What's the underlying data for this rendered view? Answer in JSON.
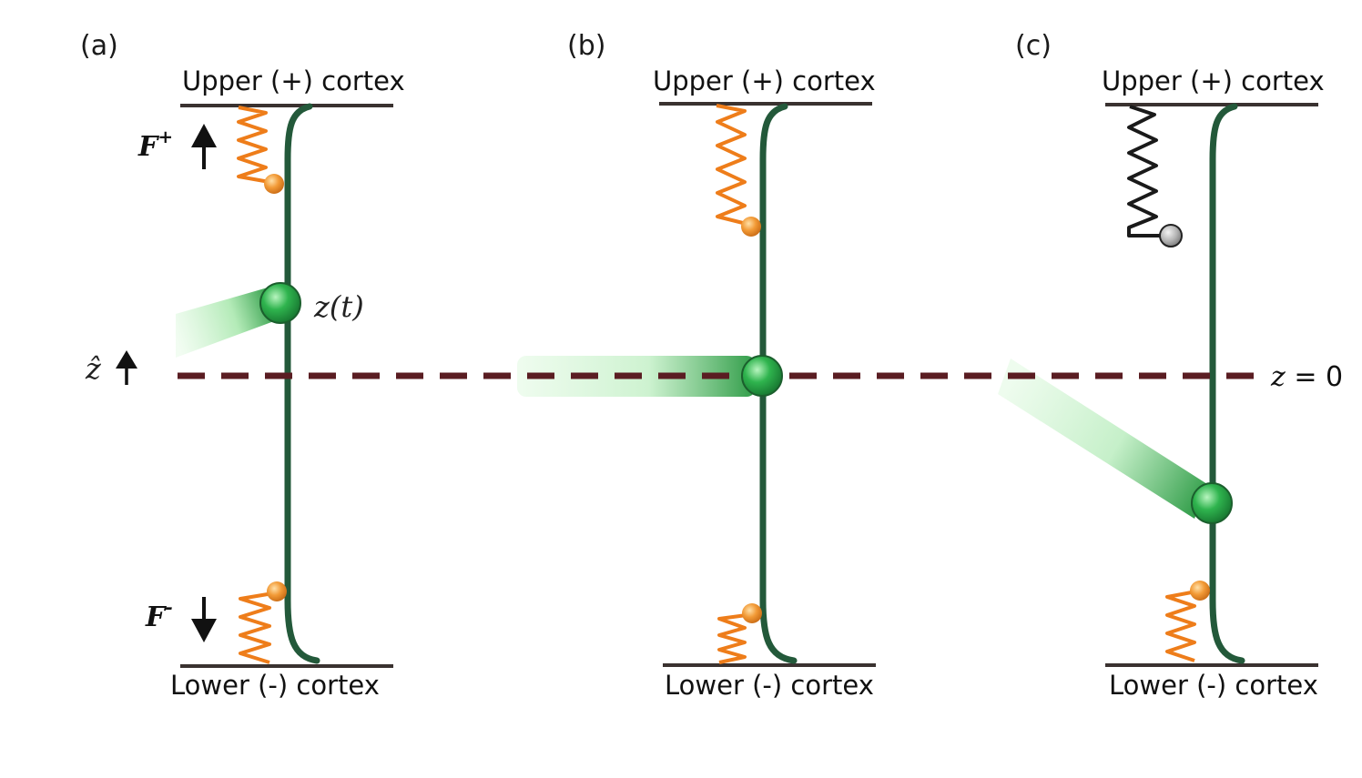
{
  "panels": [
    {
      "label": "(a)",
      "upper_label": "Upper (+) cortex",
      "lower_label": "Lower (-) cortex",
      "position_label": "z(t)",
      "force_up_label": "F",
      "force_up_sup": "+",
      "force_down_label": "F",
      "force_down_sup": "-"
    },
    {
      "label": "(b)",
      "upper_label": "Upper (+) cortex",
      "lower_label": "Lower (-) cortex"
    },
    {
      "label": "(c)",
      "upper_label": "Upper (+) cortex",
      "lower_label": "Lower (-) cortex"
    }
  ],
  "axis": {
    "label": "ẑ"
  },
  "midline": {
    "var": "z",
    "rest": " = 0"
  },
  "colors": {
    "microtubule": "#23593a",
    "spring_active": "#ee7d1a",
    "spring_inactive": "#1a1a1a",
    "bead_active": "#f29a36",
    "bead_inactive": "#b5b5b5",
    "spindle_pole": "#2fb44e",
    "midline": "#5a1d22",
    "cortex": "#3a3230",
    "trail": "#6cd876"
  }
}
